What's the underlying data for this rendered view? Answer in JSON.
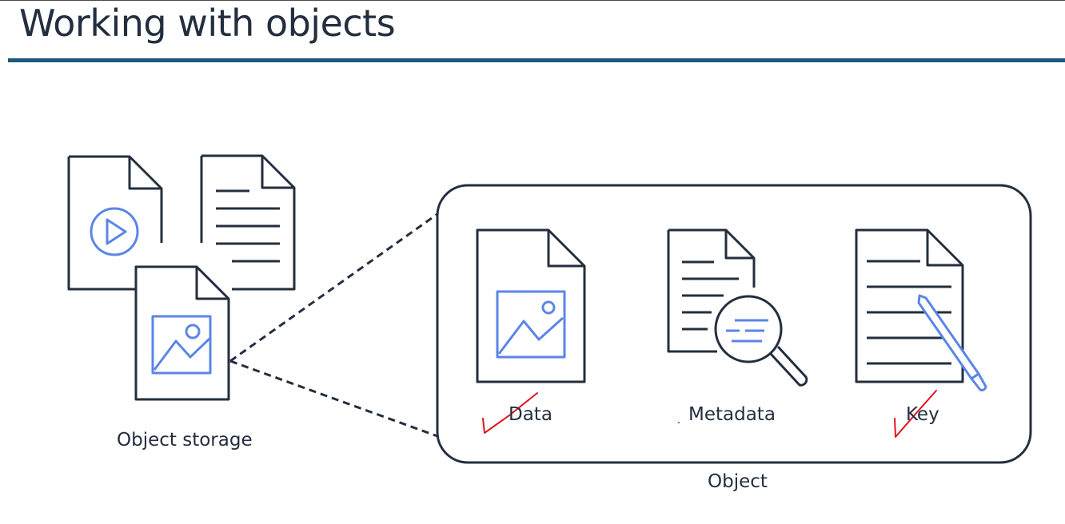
{
  "slide": {
    "title": "Working with objects"
  },
  "diagram": {
    "storage_label": "Object storage",
    "object_label": "Object",
    "components": [
      {
        "label": "Data",
        "checked": true
      },
      {
        "label": "Metadata",
        "checked": false
      },
      {
        "label": "Key",
        "checked": true
      }
    ]
  },
  "colors": {
    "rule": "#1b5a78",
    "ink": "#232f3e",
    "accent": "#5b86e5",
    "annotation": "#e0141e"
  },
  "icons": [
    "video-file-icon",
    "text-file-icon",
    "image-file-icon",
    "metadata-search-icon",
    "key-document-icon",
    "checkmark-icon"
  ]
}
